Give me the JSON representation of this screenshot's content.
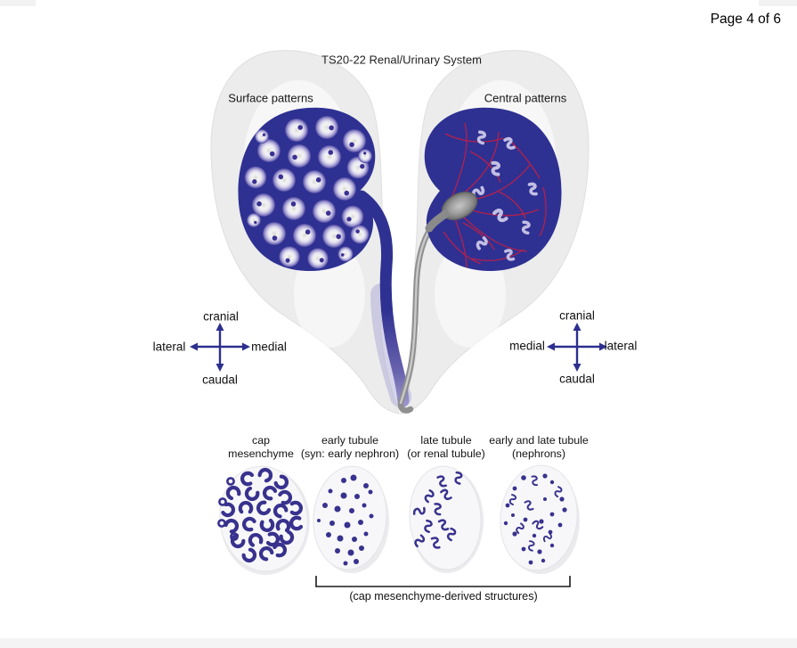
{
  "page": {
    "indicator": "Page 4 of 6"
  },
  "diagram": {
    "title": "TS20-22 Renal/Urinary System",
    "panels": {
      "left": "Surface patterns",
      "right": "Central patterns"
    },
    "compass_left": {
      "up": "cranial",
      "down": "caudal",
      "left": "lateral",
      "right": "medial"
    },
    "compass_right": {
      "up": "cranial",
      "down": "caudal",
      "left": "medial",
      "right": "lateral"
    },
    "structures": [
      {
        "line1": "cap",
        "line2": "mesenchyme"
      },
      {
        "line1": "early tubule",
        "line2": "(syn: early nephron)"
      },
      {
        "line1": "late tubule",
        "line2": "(or renal tubule)"
      },
      {
        "line1": "early and late tubule",
        "line2": "(nephrons)"
      }
    ],
    "bracket_label": "(cap mesenchyme-derived structures)",
    "colors": {
      "kidney_blue": "#2e3192",
      "vessel_red": "#c42045",
      "tubule_lavender": "#bcb8de",
      "marker_indigo": "#37318c",
      "arrow_blue": "#2d2f8f",
      "pelvis_gray": "#8c8c8c",
      "footer_strip": "#f4f4f5"
    }
  }
}
